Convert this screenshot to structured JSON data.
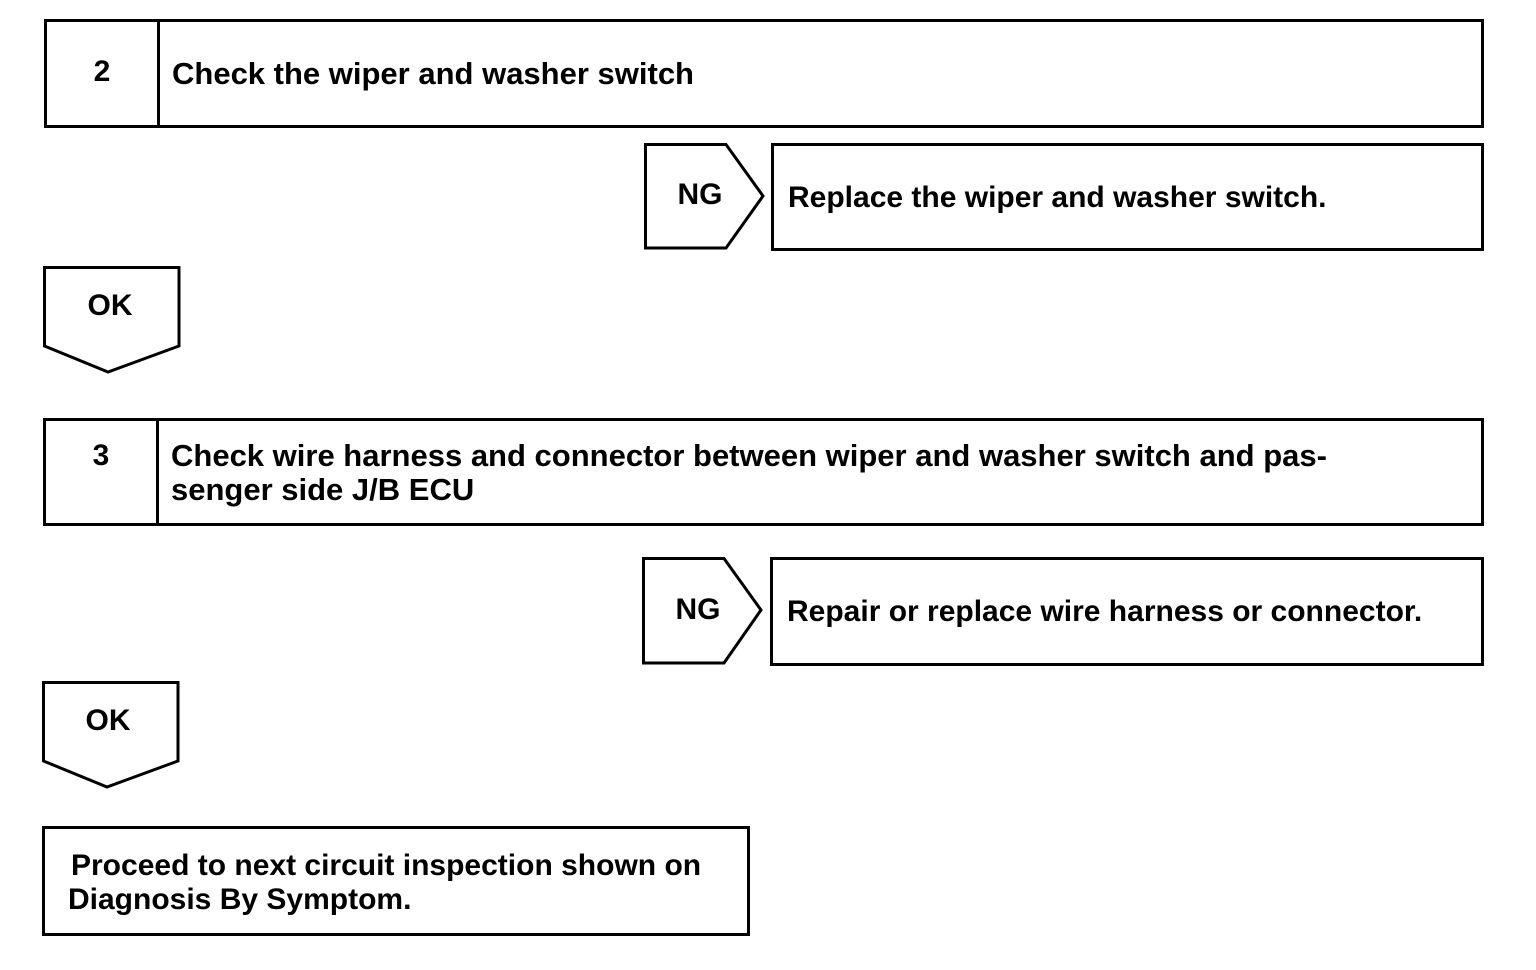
{
  "steps": [
    {
      "number": "2",
      "text": "Check the wiper and washer switch",
      "ng_label": "NG",
      "ng_result": "Replace the wiper and washer switch.",
      "ok_label": "OK"
    },
    {
      "number": "3",
      "text_line1": "Check wire harness and connector between wiper and washer switch and pas-",
      "text_line2": "senger side J/B ECU",
      "ng_label": "NG",
      "ng_result": "Repair or replace wire harness or connector.",
      "ok_label": "OK"
    }
  ],
  "final": {
    "line1": "Proceed to next circuit inspection shown on",
    "line2": "Diagnosis By Symptom."
  }
}
